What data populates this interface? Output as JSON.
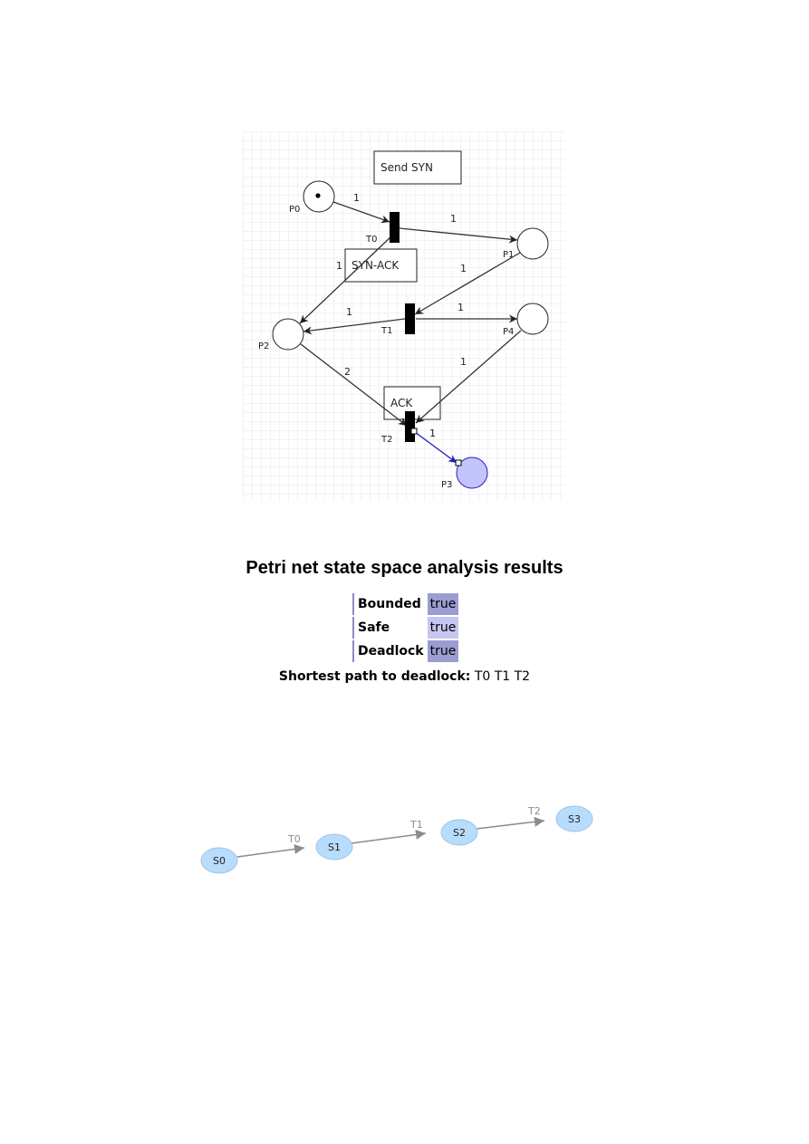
{
  "petri_net": {
    "places": [
      {
        "id": "P0",
        "label": "P0",
        "tokens": 1
      },
      {
        "id": "P1",
        "label": "P1",
        "tokens": 0
      },
      {
        "id": "P2",
        "label": "P2",
        "tokens": 0
      },
      {
        "id": "P3",
        "label": "P3",
        "tokens": 0,
        "selected": true
      },
      {
        "id": "P4",
        "label": "P4",
        "tokens": 0
      }
    ],
    "transitions": [
      {
        "id": "T0",
        "label": "T0"
      },
      {
        "id": "T1",
        "label": "T1"
      },
      {
        "id": "T2",
        "label": "T2"
      }
    ],
    "annotations": [
      "Send SYN",
      "SYN-ACK",
      "ACK"
    ],
    "arcs": [
      {
        "from": "P0",
        "to": "T0",
        "weight": "1"
      },
      {
        "from": "T0",
        "to": "P1",
        "weight": "1"
      },
      {
        "from": "T0",
        "to": "P2",
        "weight": "1"
      },
      {
        "from": "P1",
        "to": "T1",
        "weight": "1"
      },
      {
        "from": "T1",
        "to": "P2",
        "weight": "1"
      },
      {
        "from": "T1",
        "to": "P4",
        "weight": "1"
      },
      {
        "from": "P2",
        "to": "T2",
        "weight": "2"
      },
      {
        "from": "P4",
        "to": "T2",
        "weight": "1"
      },
      {
        "from": "T2",
        "to": "P3",
        "weight": "1",
        "selected": true
      }
    ]
  },
  "results": {
    "title": "Petri net state space analysis results",
    "rows": [
      {
        "key": "Bounded",
        "value": "true"
      },
      {
        "key": "Safe",
        "value": "true"
      },
      {
        "key": "Deadlock",
        "value": "true"
      }
    ],
    "shortest_path_label": "Shortest path to deadlock:",
    "shortest_path_value": "T0 T1 T2"
  },
  "state_space": {
    "states": [
      "S0",
      "S1",
      "S2",
      "S3"
    ],
    "edges": [
      {
        "from": "S0",
        "to": "S1",
        "label": "T0"
      },
      {
        "from": "S1",
        "to": "S2",
        "label": "T1"
      },
      {
        "from": "S2",
        "to": "S3",
        "label": "T2"
      }
    ]
  },
  "colors": {
    "grid": "#e6e6f2",
    "selected_place_fill": "#c4c4fc",
    "selected_arc": "#2020c0",
    "state_fill": "#b8dcfc",
    "state_stroke": "#9cc4e8",
    "state_edge": "#8c8c8c"
  }
}
